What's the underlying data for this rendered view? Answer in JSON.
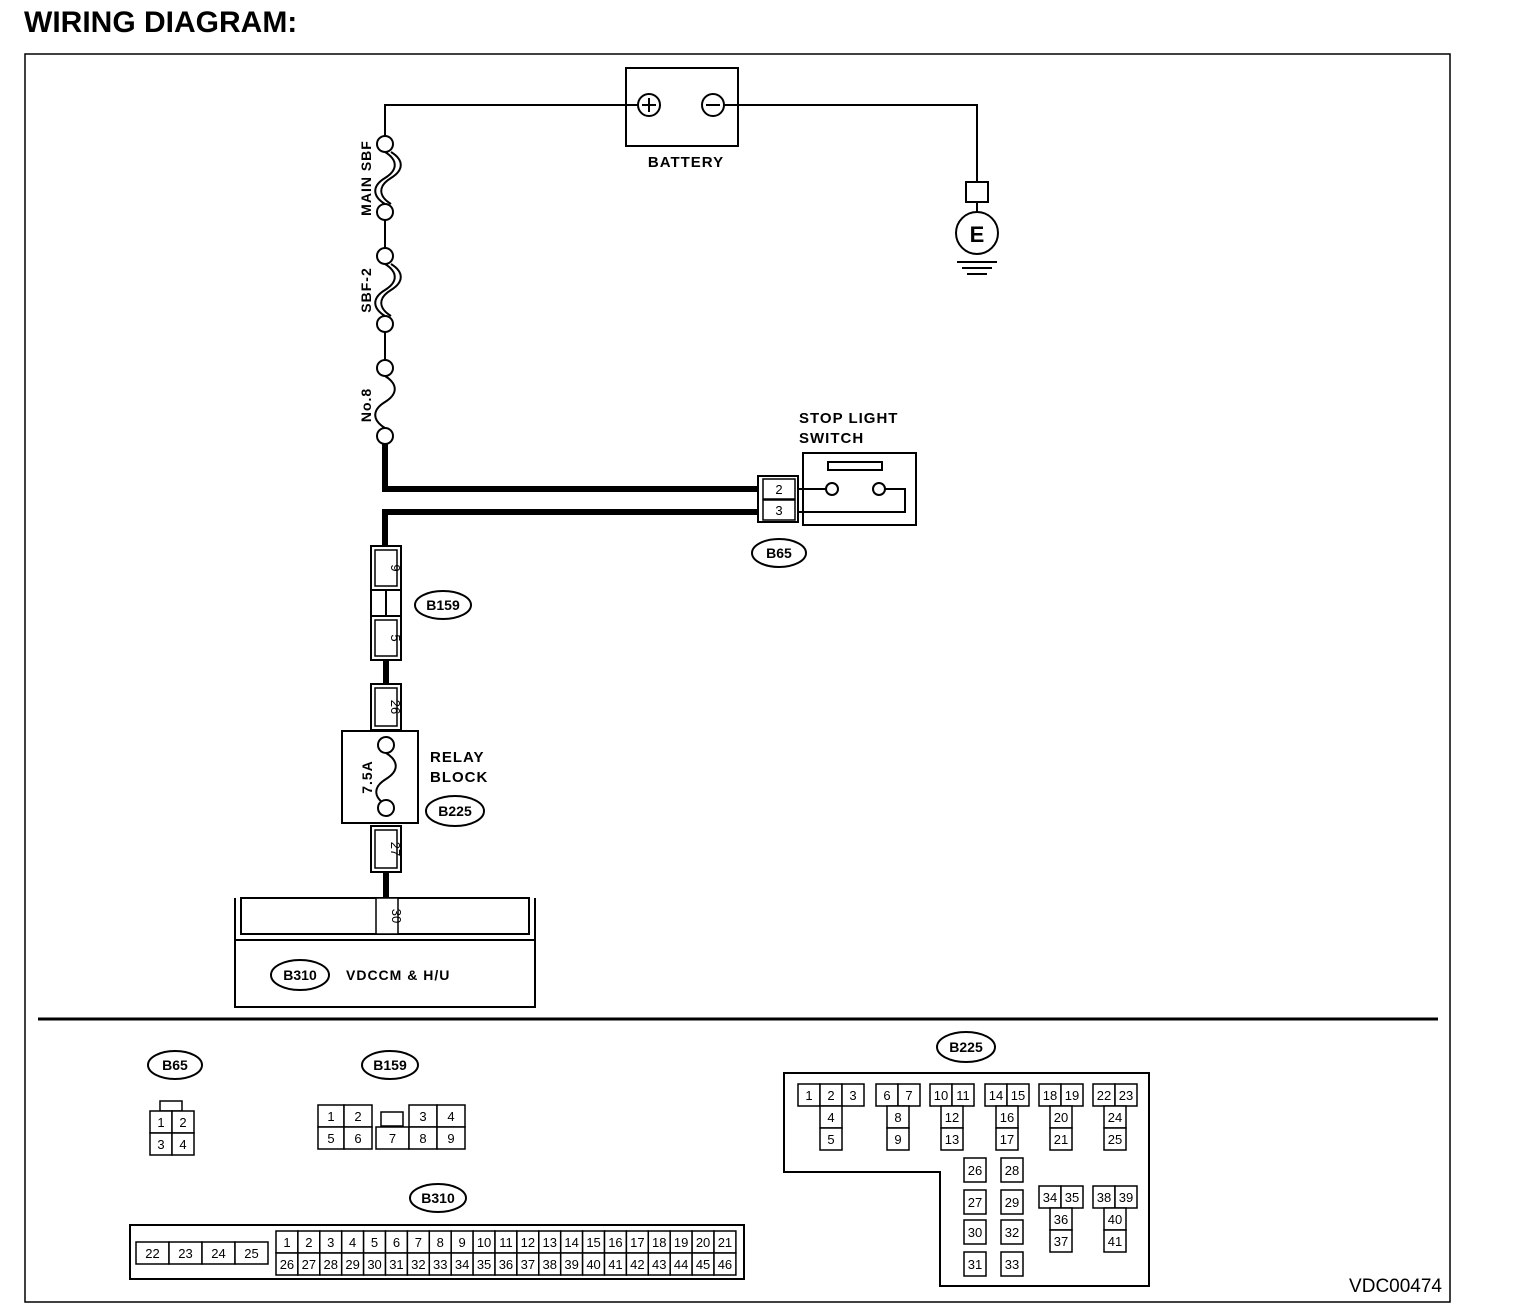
{
  "title": "WIRING DIAGRAM:",
  "figure_code": "VDC00474",
  "battery": {
    "label": "BATTERY",
    "plus": "+",
    "minus": "−"
  },
  "ground": {
    "label": "E"
  },
  "fuses": {
    "main_sbf": "MAIN SBF",
    "sbf2": "SBF-2",
    "no8": "No.8",
    "relay_fuse": "7.5A"
  },
  "stop_light_switch": {
    "label_line1": "STOP LIGHT",
    "label_line2": "SWITCH",
    "connector": "B65",
    "pin_a": "2",
    "pin_b": "3"
  },
  "b159": {
    "connector": "B159",
    "pin_top": "9",
    "pin_bottom": "5"
  },
  "relay_block": {
    "label_line1": "RELAY",
    "label_line2": "BLOCK",
    "connector": "B225",
    "pin_in": "26",
    "pin_out": "27"
  },
  "vdccm": {
    "label": "VDCCM & H/U",
    "connector": "B310",
    "pin": "30"
  },
  "connector_views": {
    "b65": {
      "label": "B65",
      "rows": [
        [
          "1",
          "2"
        ],
        [
          "3",
          "4"
        ]
      ]
    },
    "b159": {
      "label": "B159",
      "rows": [
        [
          "1",
          "2",
          "",
          "3",
          "4"
        ],
        [
          "5",
          "6",
          "7",
          "8",
          "9"
        ]
      ]
    },
    "b310": {
      "label": "B310",
      "left": [
        "22",
        "23",
        "24",
        "25"
      ],
      "top": [
        "1",
        "2",
        "3",
        "4",
        "5",
        "6",
        "7",
        "8",
        "9",
        "10",
        "11",
        "12",
        "13",
        "14",
        "15",
        "16",
        "17",
        "18",
        "19",
        "20",
        "21"
      ],
      "bottom": [
        "26",
        "27",
        "28",
        "29",
        "30",
        "31",
        "32",
        "33",
        "34",
        "35",
        "36",
        "37",
        "38",
        "39",
        "40",
        "41",
        "42",
        "43",
        "44",
        "45",
        "46"
      ]
    },
    "b225": {
      "label": "B225",
      "groups": [
        {
          "top": [
            "1",
            "2",
            "3"
          ],
          "mid": "4",
          "bot": "5"
        },
        {
          "top": [
            "6",
            "7"
          ],
          "mid": "8",
          "bot": "9"
        },
        {
          "top": [
            "10",
            "11"
          ],
          "mid": "12",
          "bot": "13"
        },
        {
          "top": [
            "14",
            "15"
          ],
          "mid": "16",
          "bot": "17"
        },
        {
          "top": [
            "18",
            "19"
          ],
          "mid": "20",
          "bot": "21"
        },
        {
          "top": [
            "22",
            "23"
          ],
          "mid": "24",
          "bot": "25"
        }
      ],
      "lower": [
        {
          "a": "26",
          "b": "27"
        },
        {
          "a": "28",
          "b": "29"
        },
        {
          "a": "30",
          "b": "31"
        },
        {
          "a": "32",
          "b": "33"
        }
      ],
      "lower_right": [
        {
          "top": [
            "34",
            "35"
          ],
          "mid": "36",
          "bot": "37"
        },
        {
          "top": [
            "38",
            "39"
          ],
          "mid": "40",
          "bot": "41"
        }
      ]
    }
  }
}
